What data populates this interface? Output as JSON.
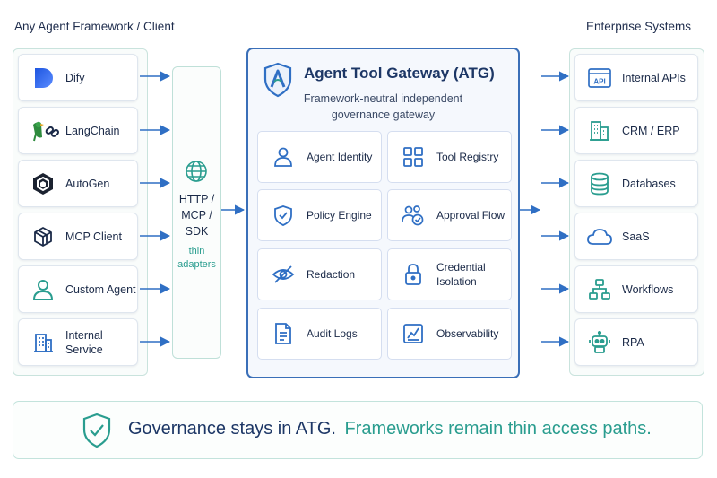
{
  "left": {
    "title": "Any Agent Framework / Client",
    "items": [
      {
        "label": "Dify",
        "icon": "dify-logo-icon"
      },
      {
        "label": "LangChain",
        "icon": "langchain-parrot-icon"
      },
      {
        "label": "AutoGen",
        "icon": "autogen-hexagon-icon"
      },
      {
        "label": "MCP Client",
        "icon": "mcp-cube-icon"
      },
      {
        "label": "Custom Agent",
        "icon": "person-icon"
      },
      {
        "label": "Internal Service",
        "icon": "building-icon"
      }
    ]
  },
  "adapter": {
    "protocol_lines": [
      "HTTP /",
      "MCP /",
      "SDK"
    ],
    "note_lines": [
      "thin",
      "adapters"
    ],
    "icon": "globe-icon"
  },
  "atg": {
    "title": "Agent Tool Gateway (ATG)",
    "subtitle_lines": [
      "Framework-neutral independent",
      "governance gateway"
    ],
    "logo": "atg-shield-logo-icon",
    "cards": [
      {
        "label_lines": [
          "Agent Identity"
        ],
        "icon": "user-icon"
      },
      {
        "label_lines": [
          "Tool Registry"
        ],
        "icon": "grid-icon"
      },
      {
        "label_lines": [
          "Policy Engine"
        ],
        "icon": "shield-check-icon"
      },
      {
        "label_lines": [
          "Approval Flow"
        ],
        "icon": "approval-users-icon"
      },
      {
        "label_lines": [
          "Redaction"
        ],
        "icon": "eye-icon"
      },
      {
        "label_lines": [
          "Credential",
          "Isolation"
        ],
        "icon": "lock-icon"
      },
      {
        "label_lines": [
          "Audit Logs"
        ],
        "icon": "document-icon"
      },
      {
        "label_lines": [
          "Observability"
        ],
        "icon": "chart-icon"
      }
    ]
  },
  "right": {
    "title": "Enterprise Systems",
    "items": [
      {
        "label": "Internal APIs",
        "icon": "api-icon",
        "icon_text": "API"
      },
      {
        "label": "CRM / ERP",
        "icon": "buildings-icon"
      },
      {
        "label": "Databases",
        "icon": "database-icon"
      },
      {
        "label": "SaaS",
        "icon": "cloud-icon"
      },
      {
        "label": "Workflows",
        "icon": "workflow-icon"
      },
      {
        "label": "RPA",
        "icon": "robot-icon"
      }
    ]
  },
  "footer": {
    "part1": "Governance stays in ATG.",
    "part2": "Frameworks remain thin access paths.",
    "icon": "shield-check-icon"
  },
  "colors": {
    "blue": "#2f6fc4",
    "navy": "#1b2a48",
    "teal": "#2a9d8f",
    "panel_border": "#c9e3dd",
    "atg_border": "#3a6fb8"
  }
}
